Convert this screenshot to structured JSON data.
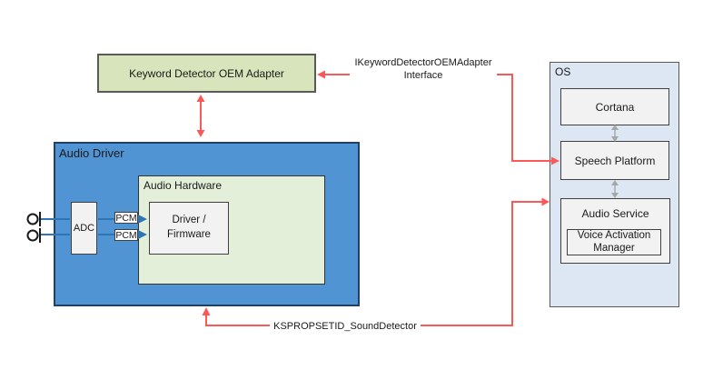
{
  "boxes": {
    "keyword_adapter": "Keyword Detector OEM Adapter",
    "audio_driver": "Audio Driver",
    "audio_hardware": "Audio Hardware",
    "adc": "ADC",
    "driver_firmware_line1": "Driver /",
    "driver_firmware_line2": "Firmware",
    "os": "OS",
    "cortana": "Cortana",
    "speech_platform": "Speech Platform",
    "audio_service": "Audio Service",
    "vam_line1": "Voice Activation",
    "vam_line2": "Manager"
  },
  "connector_labels": {
    "ikeyword_line1": "IKeywordDetectorOEMAdapter",
    "ikeyword_line2": "Interface",
    "pcm_top": "PCM",
    "pcm_bottom": "PCM",
    "ksprop": "KSPROPSETID_SoundDetector"
  },
  "colors": {
    "keyword_adapter_fill": "#d8e4bc",
    "audio_driver_fill": "#5094d4",
    "audio_hardware_fill": "#e3efd9",
    "inner_box_fill": "#f2f2f2",
    "os_fill": "#dce7f3",
    "connector_red": "#fb5858",
    "connector_blue": "#2e75b6",
    "connector_gray": "#a6a6a6"
  }
}
